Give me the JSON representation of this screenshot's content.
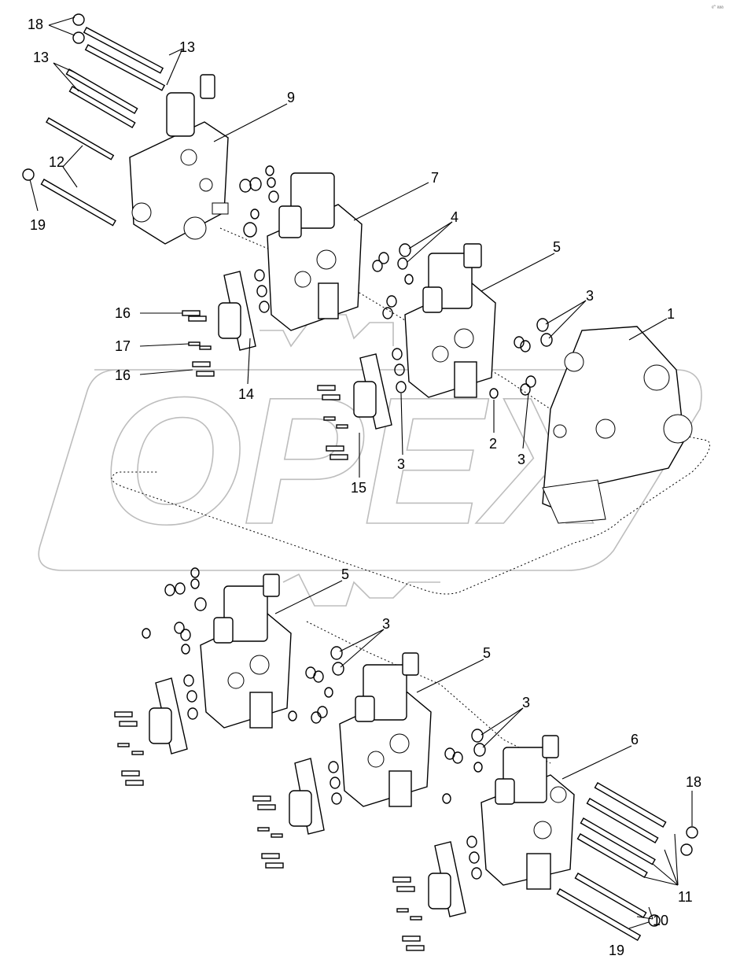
{
  "watermark": {
    "text": "OPEX"
  },
  "corner_mark": "ᵉ˜ ᵃᵃᵃ",
  "callouts": [
    {
      "id": "c18a",
      "label": "18"
    },
    {
      "id": "c13a",
      "label": "13"
    },
    {
      "id": "c13b",
      "label": "13"
    },
    {
      "id": "c9",
      "label": "9"
    },
    {
      "id": "c12",
      "label": "12"
    },
    {
      "id": "c19a",
      "label": "19"
    },
    {
      "id": "c7",
      "label": "7"
    },
    {
      "id": "c4",
      "label": "4"
    },
    {
      "id": "c5a",
      "label": "5"
    },
    {
      "id": "c3a",
      "label": "3"
    },
    {
      "id": "c1",
      "label": "1"
    },
    {
      "id": "c16a",
      "label": "16"
    },
    {
      "id": "c17",
      "label": "17"
    },
    {
      "id": "c16b",
      "label": "16"
    },
    {
      "id": "c14",
      "label": "14"
    },
    {
      "id": "c3b",
      "label": "3"
    },
    {
      "id": "c2",
      "label": "2"
    },
    {
      "id": "c3c",
      "label": "3"
    },
    {
      "id": "c15",
      "label": "15"
    },
    {
      "id": "c5b",
      "label": "5"
    },
    {
      "id": "c3d",
      "label": "3"
    },
    {
      "id": "c5c",
      "label": "5"
    },
    {
      "id": "c3e",
      "label": "3"
    },
    {
      "id": "c6",
      "label": "6"
    },
    {
      "id": "c18b",
      "label": "18"
    },
    {
      "id": "c11",
      "label": "11"
    },
    {
      "id": "c10",
      "label": "10"
    },
    {
      "id": "c19b",
      "label": "19"
    }
  ]
}
